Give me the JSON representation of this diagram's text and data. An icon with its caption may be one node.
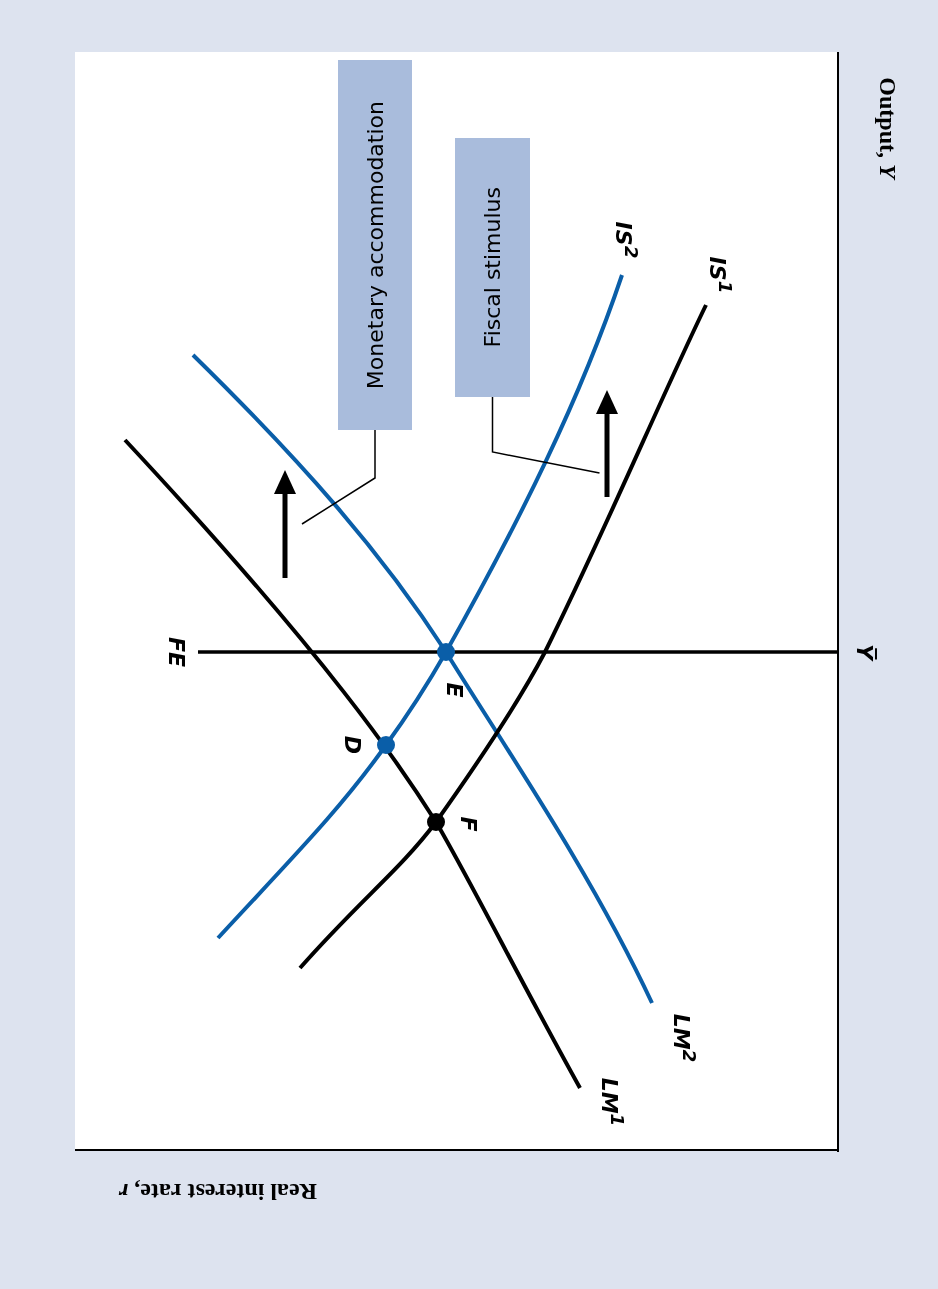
{
  "diagram": {
    "nodes": [
      {
        "text": [
          "Monetary accommodation"
        ]
      },
      {
        "text": [
          "Fiscal stimulus"
        ]
      }
    ],
    "edges": [
      {
        "from": 0,
        "to": null,
        "arrow": "none"
      },
      {
        "from": 1,
        "to": null,
        "arrow": "none"
      }
    ],
    "labels": [
      "FE",
      "Y̅",
      "D",
      "E",
      "F",
      "IS$^{2}$",
      "IS$^{1}$",
      "LM$^{2}$",
      "LM$^{1}$",
      "Output, *Y*",
      "Real interest rate, *r*"
    ]
  }
}
